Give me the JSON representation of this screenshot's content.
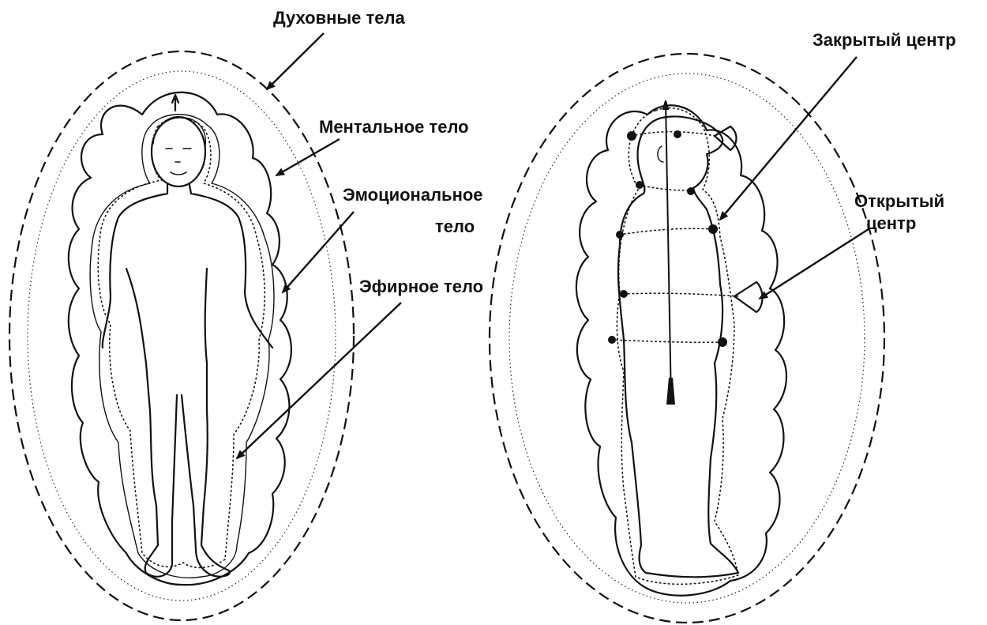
{
  "labels": {
    "spiritual_bodies": "Духовные тела",
    "mental_body": "Ментальное тело",
    "emotional_body_line1": "Эмоциональное",
    "emotional_body_line2": "тело",
    "etheric_body": "Эфирное тело",
    "closed_center": "Закрытый центр",
    "open_center_line1": "Открытый",
    "open_center_line2": "центр"
  },
  "colors": {
    "ink": "#111111",
    "background": "#ffffff"
  }
}
